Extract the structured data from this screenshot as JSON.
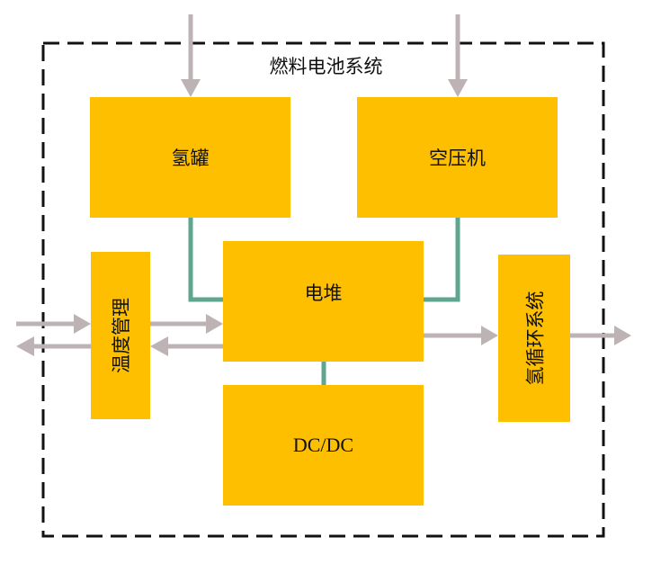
{
  "title": "燃料电池系统",
  "colors": {
    "box_fill": "#fdbf00",
    "arrow": "#bdb3b5",
    "connector": "#5fa58f",
    "frame": "#111111"
  },
  "blocks": {
    "hydrogen_tank": "氢罐",
    "air_compressor": "空压机",
    "stack": "电堆",
    "dcdc": "DC/DC",
    "thermal_management": "温度管理",
    "hydrogen_recirculation": "氢循环系统"
  }
}
